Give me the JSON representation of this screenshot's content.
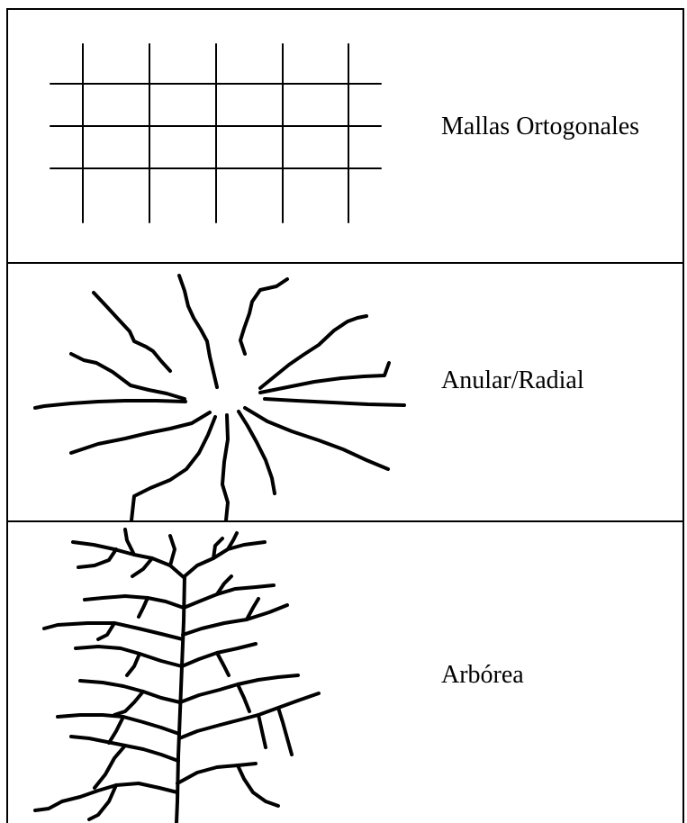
{
  "rows": [
    {
      "label": "Mallas Ortogonales",
      "icon": "grid-network-icon"
    },
    {
      "label": "Anular/Radial",
      "icon": "radial-network-icon"
    },
    {
      "label": "Arbórea",
      "icon": "tree-network-icon"
    }
  ]
}
